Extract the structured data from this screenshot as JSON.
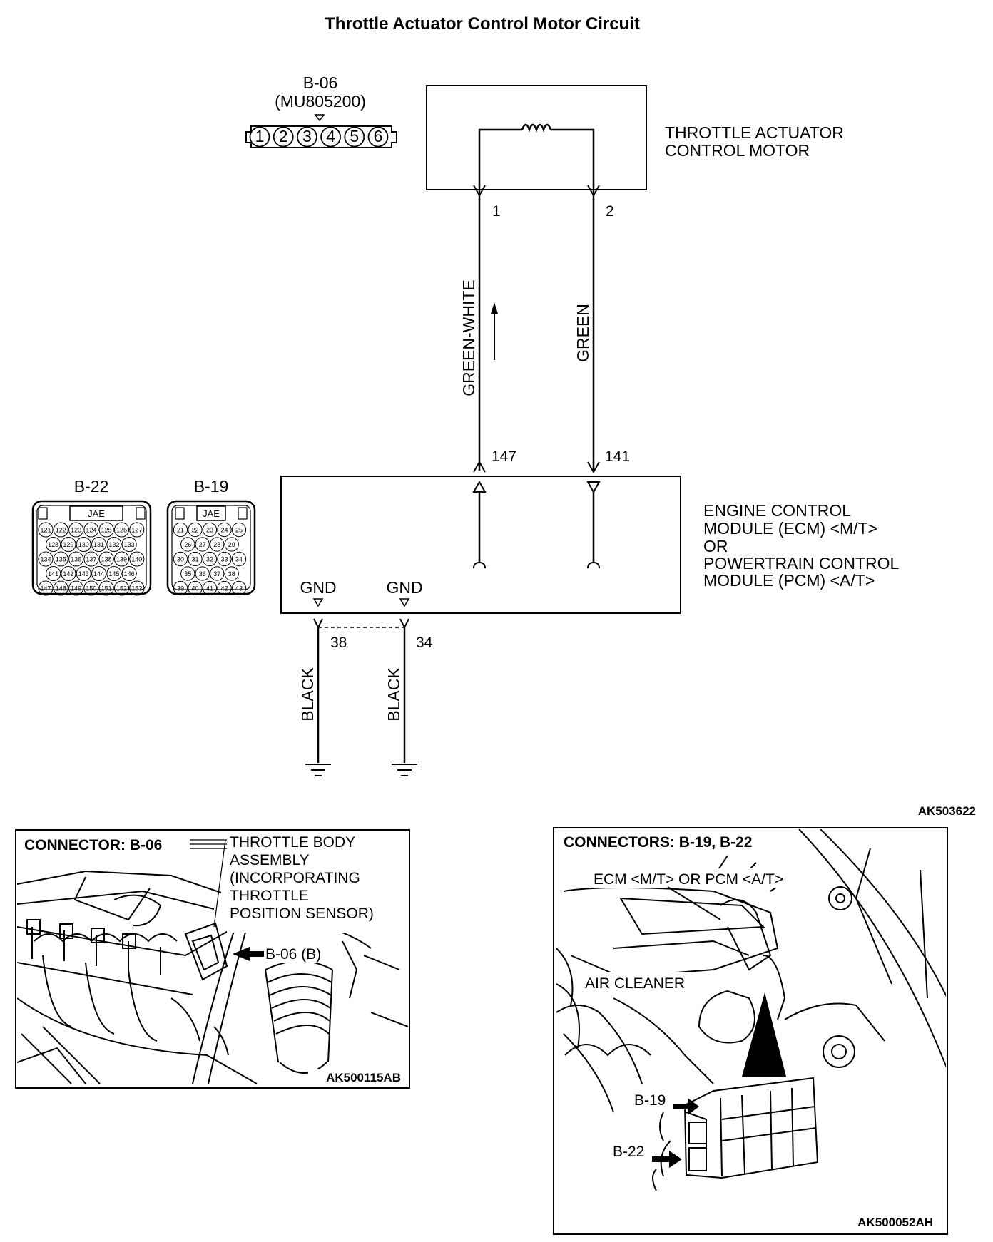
{
  "title": "Throttle Actuator Control Motor Circuit",
  "b06": {
    "id": "B-06",
    "part": "(MU805200)",
    "pins": [
      "1",
      "2",
      "3",
      "4",
      "5",
      "6"
    ]
  },
  "motor": {
    "line1": "THROTTLE ACTUATOR",
    "line2": "CONTROL MOTOR",
    "pin1": "1",
    "pin2": "2"
  },
  "wires": {
    "left": "GREEN-WHITE",
    "right": "GREEN",
    "gnd1": "BLACK",
    "gnd2": "BLACK"
  },
  "ecm": {
    "pin_left": "147",
    "pin_right": "141",
    "gnd_left": "GND",
    "gnd_right": "GND",
    "gnd_pin_left": "38",
    "gnd_pin_right": "34",
    "line1": "ENGINE CONTROL",
    "line2": "MODULE (ECM) <M/T>",
    "line3": "OR",
    "line4": "POWERTRAIN CONTROL",
    "line5": "MODULE (PCM) <A/T>"
  },
  "b22": {
    "id": "B-22",
    "maker": "JAE",
    "rows": [
      [
        "121",
        "122",
        "123",
        "124",
        "125",
        "126",
        "127"
      ],
      [
        "128",
        "129",
        "130",
        "131",
        "132",
        "133"
      ],
      [
        "134",
        "135",
        "136",
        "137",
        "138",
        "139",
        "140"
      ],
      [
        "141",
        "142",
        "143",
        "144",
        "145",
        "146"
      ],
      [
        "147",
        "148",
        "149",
        "150",
        "151",
        "152",
        "153"
      ]
    ]
  },
  "b19": {
    "id": "B-19",
    "maker": "JAE",
    "rows": [
      [
        "21",
        "22",
        "23",
        "24",
        "25"
      ],
      [
        "26",
        "27",
        "28",
        "29"
      ],
      [
        "30",
        "31",
        "32",
        "33",
        "34"
      ],
      [
        "35",
        "36",
        "37",
        "38"
      ],
      [
        "39",
        "40",
        "41",
        "42",
        "43"
      ]
    ]
  },
  "figure_code_top": "AK503622",
  "photo1": {
    "heading": "CONNECTOR: B-06",
    "lines": [
      "THROTTLE BODY",
      "ASSEMBLY",
      "(INCORPORATING",
      "THROTTLE",
      "POSITION SENSOR)"
    ],
    "connector_label": "B-06 (B)",
    "code": "AK500115AB"
  },
  "photo2": {
    "heading": "CONNECTORS: B-19, B-22",
    "ecm_label": "ECM <M/T> OR PCM <A/T>",
    "air_cleaner": "AIR CLEANER",
    "b19": "B-19",
    "b22": "B-22",
    "code": "AK500052AH"
  }
}
